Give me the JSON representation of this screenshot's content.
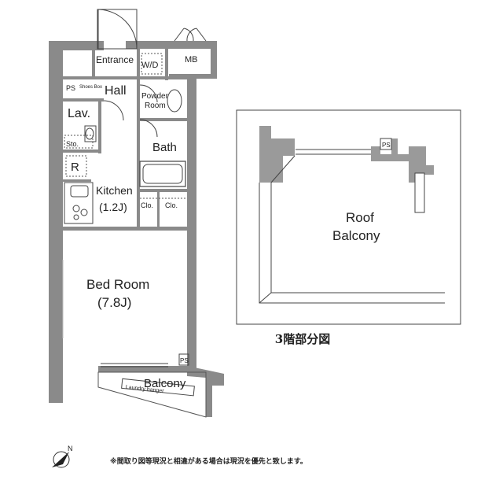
{
  "unit": {
    "rooms": {
      "entrance": "Entrance",
      "wd": "W/D",
      "mb": "MB",
      "ps_top": "PS",
      "shoes_box": "Shoes Box",
      "hall": "Hall",
      "powder_room_line1": "Powder",
      "powder_room_line2": "Room",
      "lav": "Lav.",
      "sto": "Sto.",
      "bath": "Bath",
      "r": "R",
      "kitchen": "Kitchen",
      "kitchen_size": "(1.2J)",
      "clo_1": "Clo.",
      "clo_2": "Clo.",
      "bed_room": "Bed Room",
      "bed_room_size": "(7.8J)",
      "ps_bottom": "PS",
      "balcony": "Balcony",
      "laundry_hanger": "Laundry hanger"
    }
  },
  "third_floor": {
    "roof_balcony_line1": "Roof",
    "roof_balcony_line2": "Balcony",
    "ps": "PS",
    "caption": "3階部分図"
  },
  "note": "※間取り図等現況と相違がある場合は現況を優先と致します。",
  "compass": {
    "label": "N",
    "icon": "north-arrow-icon"
  }
}
